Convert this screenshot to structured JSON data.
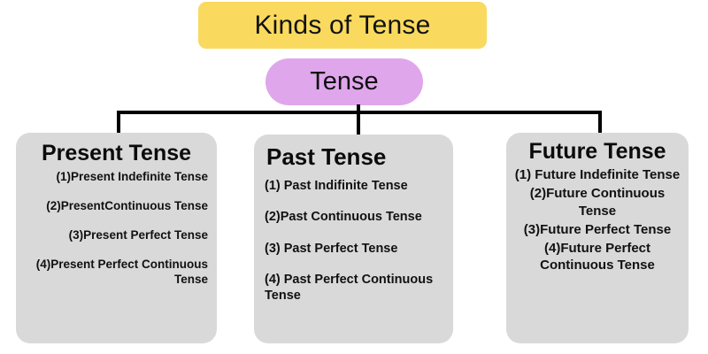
{
  "diagram": {
    "title": "Kinds of Tense",
    "root": {
      "label": "Tense"
    },
    "branches": [
      {
        "heading": "Present Tense",
        "items": [
          "(1)Present Indefinite Tense",
          "(2)PresentContinuous Tense",
          "(3)Present Perfect Tense",
          "(4)Present Perfect Continuous Tense"
        ]
      },
      {
        "heading": "Past Tense",
        "items": [
          "(1) Past Indifinite Tense",
          "(2)Past Continuous Tense",
          "(3) Past Perfect Tense",
          "(4) Past Perfect Continuous Tense"
        ]
      },
      {
        "heading": "Future Tense",
        "items": [
          "(1) Future Indefinite Tense",
          "(2)Future Continuous Tense",
          "(3)Future Perfect Tense",
          "(4)Future Perfect Continuous Tense"
        ]
      }
    ],
    "colors": {
      "title_background": "#fada5e",
      "root_background": "#e0a6ec",
      "branch_background": "#d9d9d9",
      "connector": "#000000",
      "text": "#111111",
      "canvas": "#ffffff"
    }
  }
}
